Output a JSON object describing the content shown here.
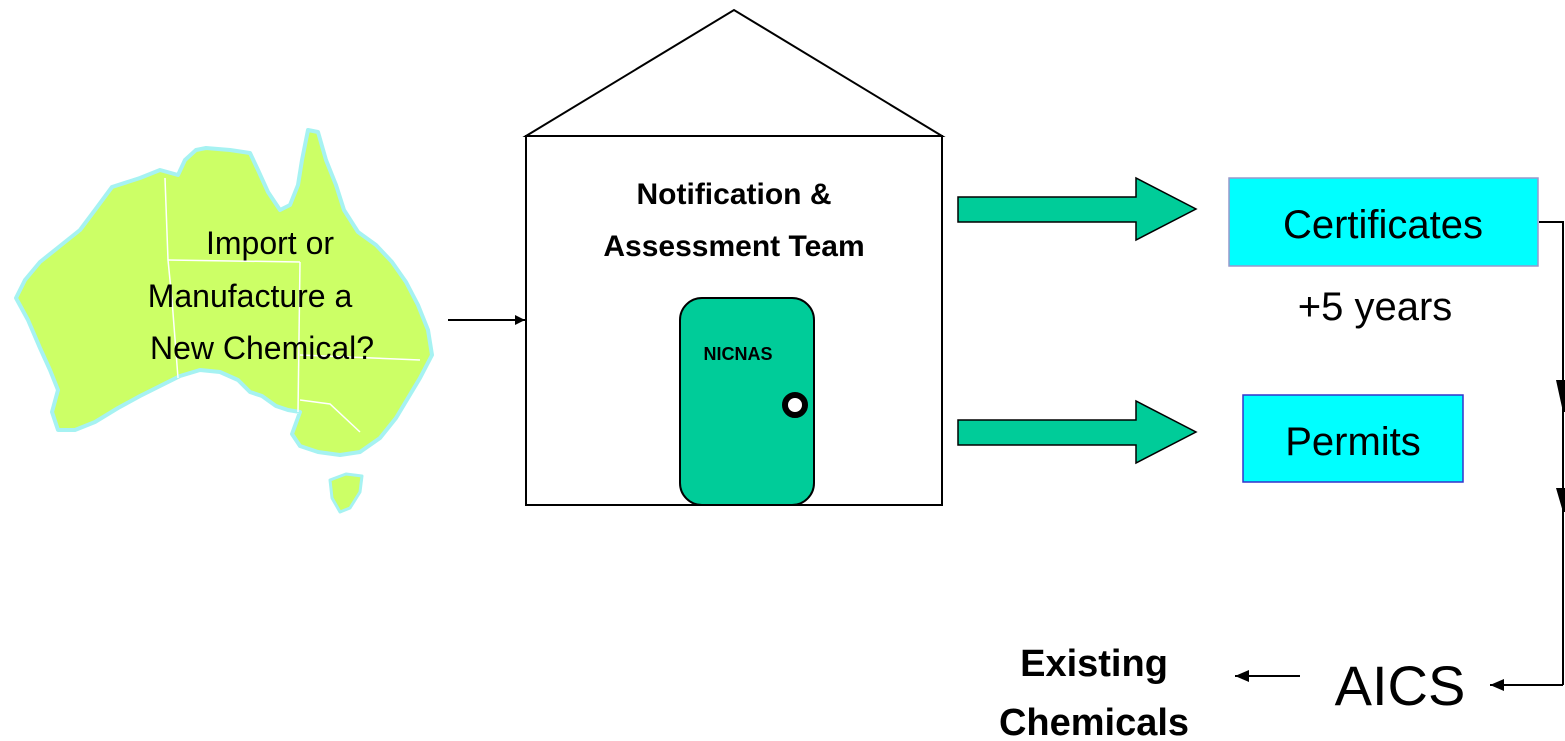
{
  "map": {
    "question_lines": [
      "Import or",
      "Manufacture a",
      "New Chemical?"
    ],
    "fill_color": "#ccff66",
    "glow_color": "#a6f2f2"
  },
  "building": {
    "team_lines": [
      "Notification &",
      "Assessment Team"
    ],
    "door_label": "NICNAS",
    "door_color": "#00cc99"
  },
  "outputs": {
    "certificates_label": "Certificates",
    "permits_label": "Permits",
    "box_color": "#00ffff",
    "arrow_color": "#00cc99",
    "duration_label": "+5 years"
  },
  "inventory": {
    "aics_label": "AICS",
    "existing_lines": [
      "Existing",
      "Chemicals"
    ]
  }
}
